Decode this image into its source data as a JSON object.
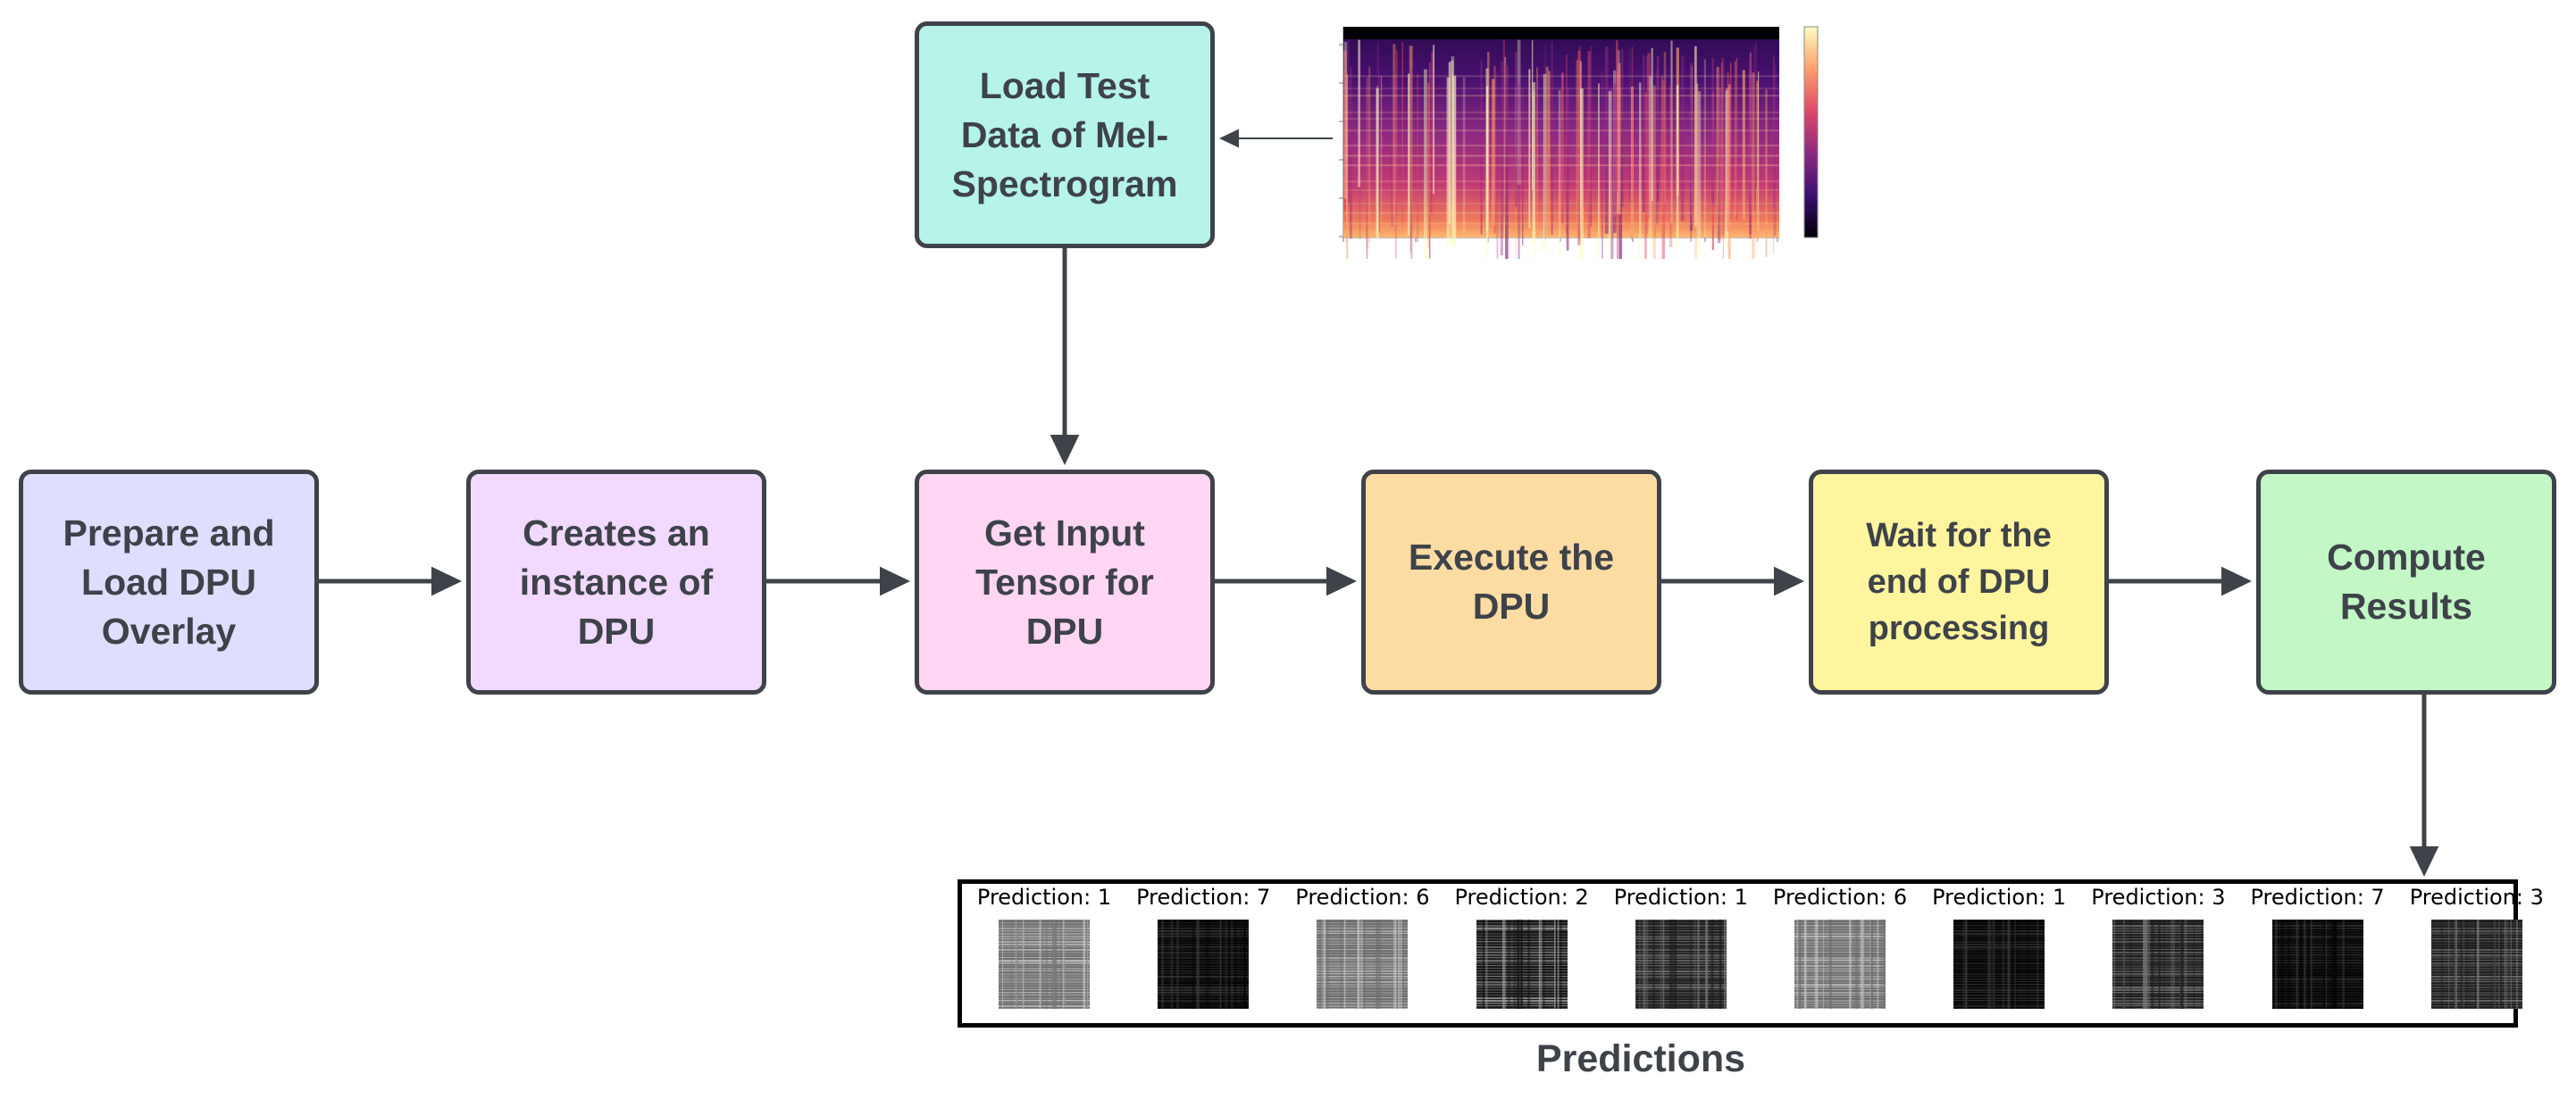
{
  "nodes": [
    {
      "id": "load_test",
      "label": "Load Test\nData of Mel-\nSpectrogram",
      "color": "#b6f3e9"
    },
    {
      "id": "prepare",
      "label": "Prepare and\nLoad DPU\nOverlay",
      "color": "#dedefe"
    },
    {
      "id": "create",
      "label": "Creates an\ninstance of\nDPU",
      "color": "#f2d9ff"
    },
    {
      "id": "get_input",
      "label": "Get Input\nTensor for\nDPU",
      "color": "#ffd6f4"
    },
    {
      "id": "execute",
      "label": "Execute the\nDPU",
      "color": "#fddca4"
    },
    {
      "id": "wait",
      "label": "Wait for the\nend of DPU\nprocessing",
      "color": "#fff59e"
    },
    {
      "id": "compute",
      "label": "Compute\nResults",
      "color": "#c3f7c6"
    }
  ],
  "edges": [
    {
      "from": "spectrogram",
      "to": "load_test"
    },
    {
      "from": "load_test",
      "to": "get_input"
    },
    {
      "from": "prepare",
      "to": "create"
    },
    {
      "from": "create",
      "to": "get_input"
    },
    {
      "from": "get_input",
      "to": "execute"
    },
    {
      "from": "execute",
      "to": "wait"
    },
    {
      "from": "wait",
      "to": "compute"
    },
    {
      "from": "compute",
      "to": "predictions"
    }
  ],
  "predictions": {
    "caption": "Predictions",
    "items": [
      {
        "label": "Prediction: 1",
        "tone": "light"
      },
      {
        "label": "Prediction: 7",
        "tone": "dark"
      },
      {
        "label": "Prediction: 6",
        "tone": "light"
      },
      {
        "label": "Prediction: 2",
        "tone": "mixed"
      },
      {
        "label": "Prediction: 1",
        "tone": "mid"
      },
      {
        "label": "Prediction: 6",
        "tone": "light"
      },
      {
        "label": "Prediction: 1",
        "tone": "dark"
      },
      {
        "label": "Prediction: 3",
        "tone": "mid"
      },
      {
        "label": "Prediction: 7",
        "tone": "dark"
      },
      {
        "label": "Prediction: 3",
        "tone": "mid"
      }
    ]
  },
  "colors": {
    "line": "#3e4249",
    "spectrogram_ramp": [
      "#000004",
      "#3b0f70",
      "#8c2981",
      "#de4968",
      "#fe9f6d",
      "#fcfdbf"
    ]
  },
  "icons": {
    "spectrogram": "mel-spectrogram-image",
    "thumbnail": "prediction-spectrogram-thumbnail"
  }
}
